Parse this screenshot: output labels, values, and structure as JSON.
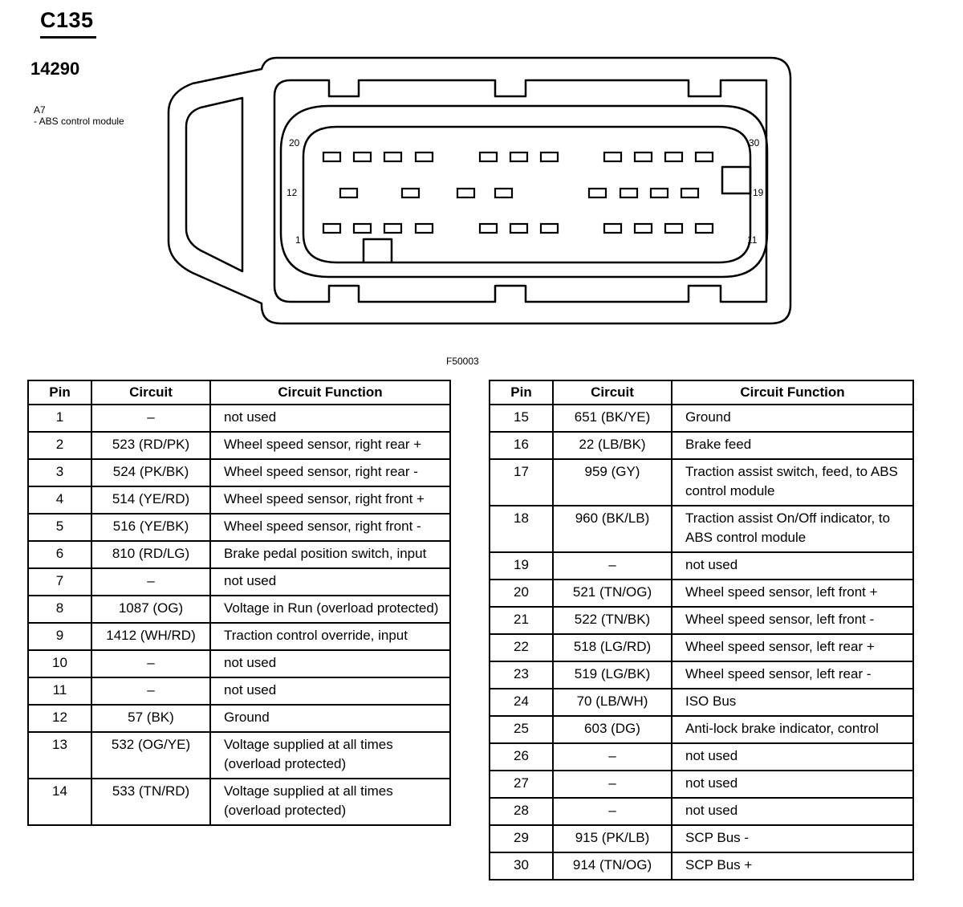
{
  "header": {
    "connector_id": "C135",
    "part_number": "14290",
    "module_ref": "A7",
    "module_name": "- ABS control module",
    "figure_code": "F50003"
  },
  "connector_face": {
    "pin_labels": {
      "top_left": "20",
      "middle_left": "12",
      "bottom_left": "1",
      "top_right": "30",
      "middle_right": "19",
      "bottom_right": "11"
    }
  },
  "pinout": {
    "columns": [
      "Pin",
      "Circuit",
      "Circuit Function"
    ],
    "left_rows": [
      {
        "pin": "1",
        "circuit": "–",
        "function": "not used"
      },
      {
        "pin": "2",
        "circuit": "523 (RD/PK)",
        "function": "Wheel speed sensor, right rear +"
      },
      {
        "pin": "3",
        "circuit": "524 (PK/BK)",
        "function": "Wheel speed sensor, right rear -"
      },
      {
        "pin": "4",
        "circuit": "514 (YE/RD)",
        "function": "Wheel speed sensor, right front +"
      },
      {
        "pin": "5",
        "circuit": "516 (YE/BK)",
        "function": "Wheel speed sensor, right front -"
      },
      {
        "pin": "6",
        "circuit": "810 (RD/LG)",
        "function": "Brake pedal position switch, input"
      },
      {
        "pin": "7",
        "circuit": "–",
        "function": "not used"
      },
      {
        "pin": "8",
        "circuit": "1087 (OG)",
        "function": "Voltage in Run (overload protected)"
      },
      {
        "pin": "9",
        "circuit": "1412 (WH/RD)",
        "function": "Traction control override, input"
      },
      {
        "pin": "10",
        "circuit": "–",
        "function": "not used"
      },
      {
        "pin": "11",
        "circuit": "–",
        "function": "not used"
      },
      {
        "pin": "12",
        "circuit": "57 (BK)",
        "function": "Ground"
      },
      {
        "pin": "13",
        "circuit": "532 (OG/YE)",
        "function": "Voltage supplied at all times (overload protected)"
      },
      {
        "pin": "14",
        "circuit": "533 (TN/RD)",
        "function": "Voltage supplied at all times (overload protected)"
      }
    ],
    "right_rows": [
      {
        "pin": "15",
        "circuit": "651 (BK/YE)",
        "function": "Ground"
      },
      {
        "pin": "16",
        "circuit": "22 (LB/BK)",
        "function": "Brake feed"
      },
      {
        "pin": "17",
        "circuit": "959 (GY)",
        "function": "Traction assist switch, feed, to ABS control module"
      },
      {
        "pin": "18",
        "circuit": "960 (BK/LB)",
        "function": "Traction assist On/Off indicator, to ABS control module"
      },
      {
        "pin": "19",
        "circuit": "–",
        "function": "not used"
      },
      {
        "pin": "20",
        "circuit": "521 (TN/OG)",
        "function": "Wheel speed sensor, left front +"
      },
      {
        "pin": "21",
        "circuit": "522 (TN/BK)",
        "function": "Wheel speed sensor, left front -"
      },
      {
        "pin": "22",
        "circuit": "518 (LG/RD)",
        "function": "Wheel speed sensor, left rear +"
      },
      {
        "pin": "23",
        "circuit": "519 (LG/BK)",
        "function": "Wheel speed sensor, left rear -"
      },
      {
        "pin": "24",
        "circuit": "70 (LB/WH)",
        "function": "ISO Bus"
      },
      {
        "pin": "25",
        "circuit": "603 (DG)",
        "function": "Anti-lock brake indicator, control"
      },
      {
        "pin": "26",
        "circuit": "–",
        "function": "not used"
      },
      {
        "pin": "27",
        "circuit": "–",
        "function": "not used"
      },
      {
        "pin": "28",
        "circuit": "–",
        "function": "not used"
      },
      {
        "pin": "29",
        "circuit": "915 (PK/LB)",
        "function": "SCP Bus -"
      },
      {
        "pin": "30",
        "circuit": "914 (TN/OG)",
        "function": "SCP Bus +"
      }
    ]
  }
}
